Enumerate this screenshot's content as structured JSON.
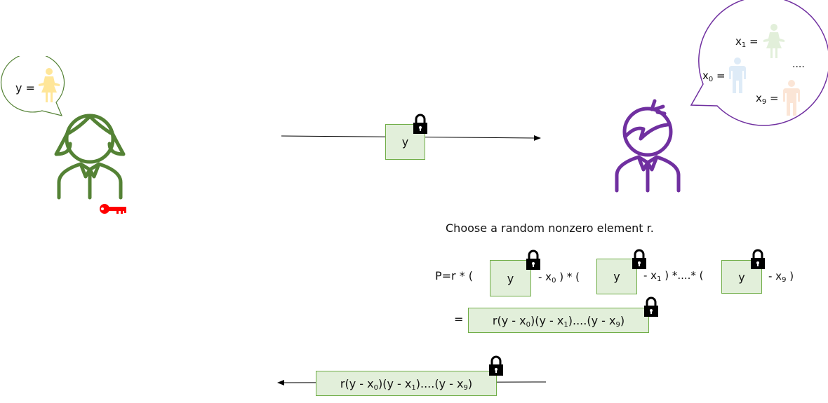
{
  "alice": {
    "thought_label": "y =",
    "figure_color": "#548235",
    "key_color": "#ff0000",
    "item_color": "#ffe699"
  },
  "bob": {
    "figure_color": "#7030a0",
    "items": [
      {
        "var": "x",
        "sub": "1",
        "eq": "=",
        "color": "#e2efda"
      },
      {
        "var": "x",
        "sub": "0",
        "eq": "=",
        "color": "#deebf7"
      },
      {
        "var": "x",
        "sub": "9",
        "eq": "=",
        "color": "#fbe5d6"
      }
    ],
    "ellipsis": "...."
  },
  "message1": {
    "label": "y"
  },
  "instruction": "Choose a random nonzero element r.",
  "formula": {
    "prefix": "P=r * (",
    "box_label": "y",
    "t0_minus": "- x",
    "t0_sub": "0",
    "t0_close": ") * (",
    "t1_minus": "- x",
    "t1_sub": "1",
    "t1_close": ") *....* (",
    "t9_minus": "- x",
    "t9_sub": "9",
    "t9_close": ")",
    "equals": "="
  },
  "result": {
    "p1": "r(y - x",
    "s0": "0",
    "p2": ")(y - x",
    "s1": "1",
    "p3": ")....(y - x",
    "s9": "9",
    "p4": ")"
  },
  "colors": {
    "box_fill": "#e2efda",
    "box_border": "#70ad47"
  }
}
